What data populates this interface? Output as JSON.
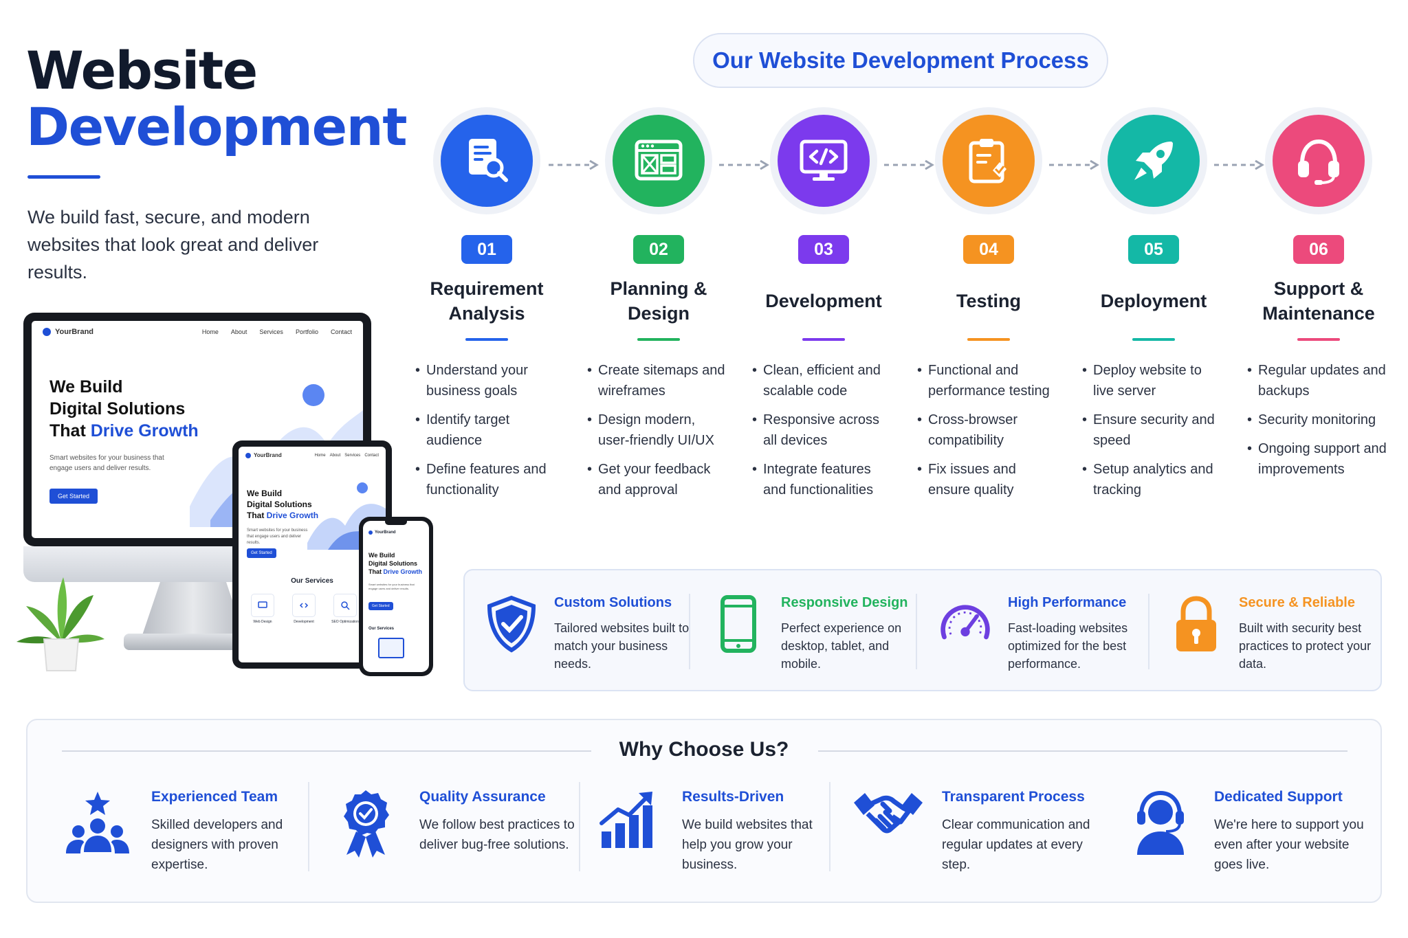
{
  "hero": {
    "title_line1": "Website",
    "title_line2": "Development",
    "subtitle": "We build fast, secure, and modern websites that look great and deliver results."
  },
  "mockup": {
    "brand": "YourBrand",
    "nav": [
      "Home",
      "About",
      "Services",
      "Portfolio",
      "Contact"
    ],
    "headline_line1": "We Build",
    "headline_line2": "Digital Solutions",
    "headline_line3_prefix": "That ",
    "headline_accent": "Drive Growth",
    "tagline": "Smart websites for your business that engage users and deliver results.",
    "cta": "Get Started",
    "services_title": "Our Services",
    "services": [
      "Web Design",
      "Development",
      "SEO Optimization"
    ]
  },
  "process": {
    "title": "Our Website Development Process",
    "steps": [
      {
        "num": "01",
        "title": "Requirement Analysis",
        "color": "#2563eb",
        "icon": "document-search-icon",
        "items": [
          "Understand your business goals",
          "Identify target audience",
          "Define features and functionality"
        ]
      },
      {
        "num": "02",
        "title": "Planning & Design",
        "color": "#22b35e",
        "icon": "wireframe-icon",
        "items": [
          "Create sitemaps and wireframes",
          "Design modern, user-friendly UI/UX",
          "Get your feedback and approval"
        ]
      },
      {
        "num": "03",
        "title": "Development",
        "color": "#7c3aed",
        "icon": "code-monitor-icon",
        "items": [
          "Clean, efficient and scalable code",
          "Responsive across all devices",
          "Integrate features and functionalities"
        ]
      },
      {
        "num": "04",
        "title": "Testing",
        "color": "#f59321",
        "icon": "clipboard-check-icon",
        "items": [
          "Functional and performance testing",
          "Cross-browser compatibility",
          "Fix issues and ensure quality"
        ]
      },
      {
        "num": "05",
        "title": "Deployment",
        "color": "#14b8a6",
        "icon": "rocket-icon",
        "items": [
          "Deploy website to live server",
          "Ensure security and speed",
          "Setup analytics and tracking"
        ]
      },
      {
        "num": "06",
        "title": "Support & Maintenance",
        "color": "#ec4a7c",
        "icon": "headset-icon",
        "items": [
          "Regular updates and backups",
          "Security monitoring",
          "Ongoing support and improvements"
        ]
      }
    ]
  },
  "features": [
    {
      "title": "Custom Solutions",
      "desc": "Tailored websites built to match your business needs.",
      "color": "#1f4fd6",
      "icon": "shield-check-icon"
    },
    {
      "title": "Responsive Design",
      "desc": "Perfect experience on desktop, tablet, and mobile.",
      "color": "#22b35e",
      "icon": "smartphone-icon"
    },
    {
      "title": "High Performance",
      "desc": "Fast-loading websites optimized for the best performance.",
      "color": "#1f4fd6",
      "icon": "speedometer-icon"
    },
    {
      "title": "Secure & Reliable",
      "desc": "Built with security best practices to protect your data.",
      "color": "#f59321",
      "icon": "padlock-icon"
    }
  ],
  "why": {
    "title": "Why Choose Us?",
    "items": [
      {
        "title": "Experienced Team",
        "desc": "Skilled developers and designers with proven expertise.",
        "icon": "team-star-icon"
      },
      {
        "title": "Quality Assurance",
        "desc": "We follow best practices to deliver bug-free solutions.",
        "icon": "quality-badge-icon"
      },
      {
        "title": "Results-Driven",
        "desc": "We build websites that help you grow your business.",
        "icon": "growth-chart-icon"
      },
      {
        "title": "Transparent Process",
        "desc": "Clear communication and regular updates at every step.",
        "icon": "handshake-icon"
      },
      {
        "title": "Dedicated Support",
        "desc": "We're here to support you even after your website goes live.",
        "icon": "support-agent-icon"
      }
    ]
  },
  "colors": {
    "accent": "#1f4fd6",
    "dark": "#111a2c"
  }
}
